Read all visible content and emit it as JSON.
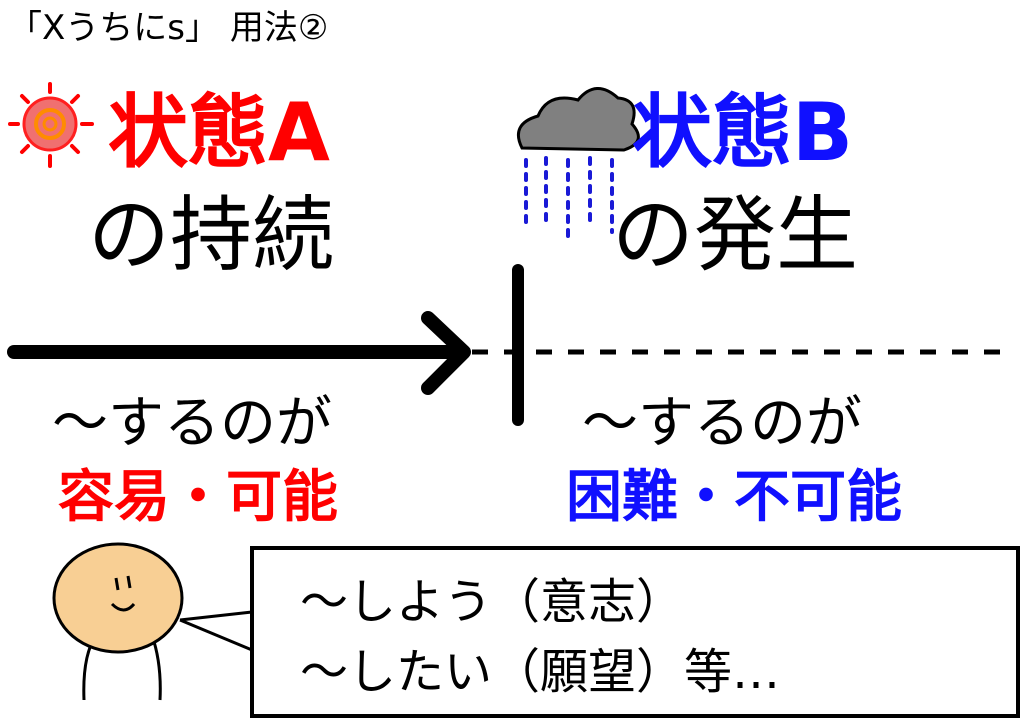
{
  "title": "「Xうちにs」 用法②",
  "left": {
    "state": "状態A",
    "verb": "の持続",
    "suru": "～するのが",
    "result": "容易・可能"
  },
  "right": {
    "state": "状態B",
    "verb": "の発生",
    "suru": "～するのが",
    "result": "困難・不可能"
  },
  "speech": {
    "line1": "～しよう（意志）",
    "line2": "～したい（願望）等…"
  },
  "colors": {
    "red": "#ff0000",
    "blue": "#1010ff",
    "skin": "#f8cf94",
    "cloud": "#808080",
    "rain": "#1a1ad6"
  },
  "icons": [
    "sun-icon",
    "rain-cloud-icon",
    "character-icon"
  ]
}
